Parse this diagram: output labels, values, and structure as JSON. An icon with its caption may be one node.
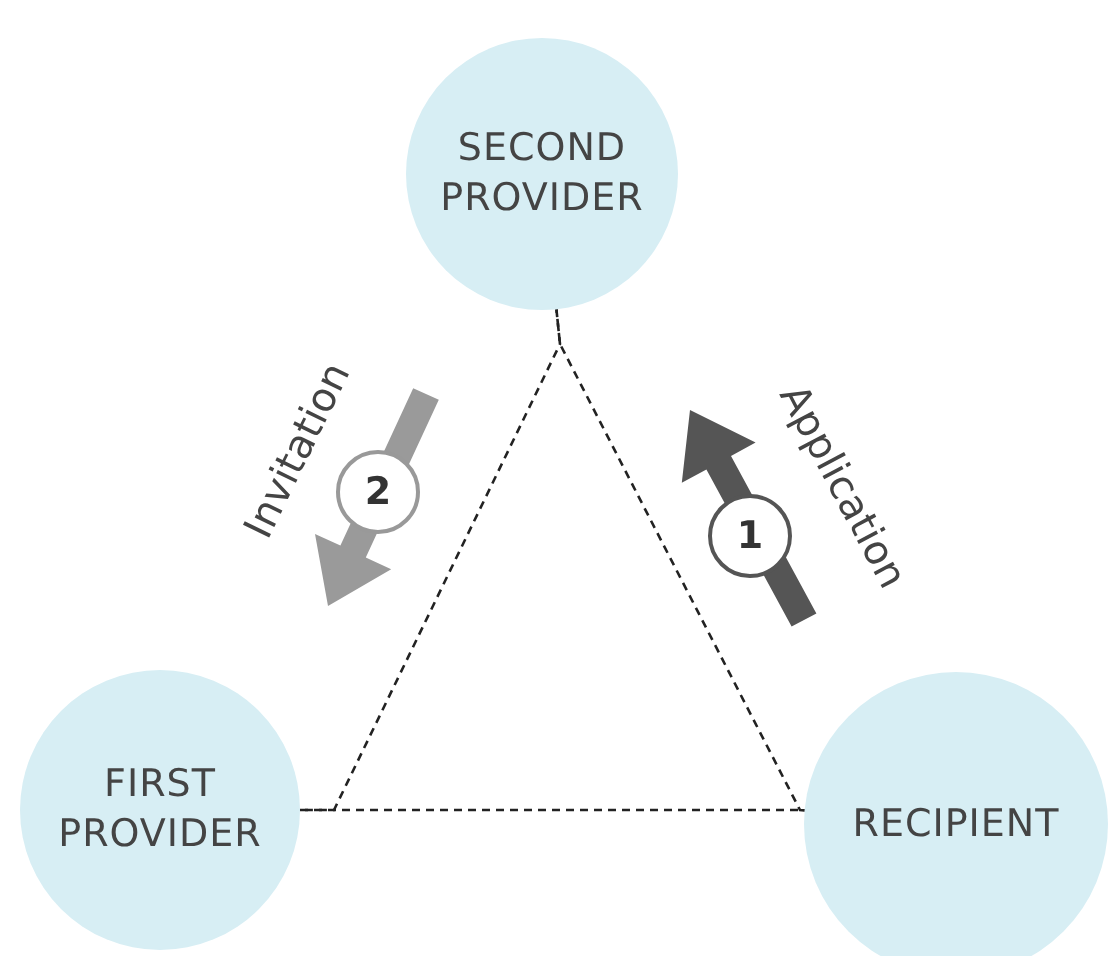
{
  "diagram": {
    "nodes": [
      {
        "text": [
          "SECOND PROVIDER"
        ]
      },
      {
        "text": [
          "2"
        ],
        "beside": [
          "Invitation"
        ]
      },
      {
        "text": [
          "1"
        ],
        "beside": [
          "Application"
        ]
      },
      {
        "text": [
          "FIRST PROVIDER"
        ]
      },
      {
        "text": [
          "RECIPIENT"
        ]
      }
    ],
    "edges": [
      {
        "from": 0,
        "to": 3,
        "arrow": "none",
        "style": "dashed"
      },
      {
        "from": 3,
        "to": 4,
        "arrow": "none",
        "style": "dashed"
      },
      {
        "from": 4,
        "to": 0,
        "arrow": "none",
        "style": "dashed"
      }
    ]
  }
}
